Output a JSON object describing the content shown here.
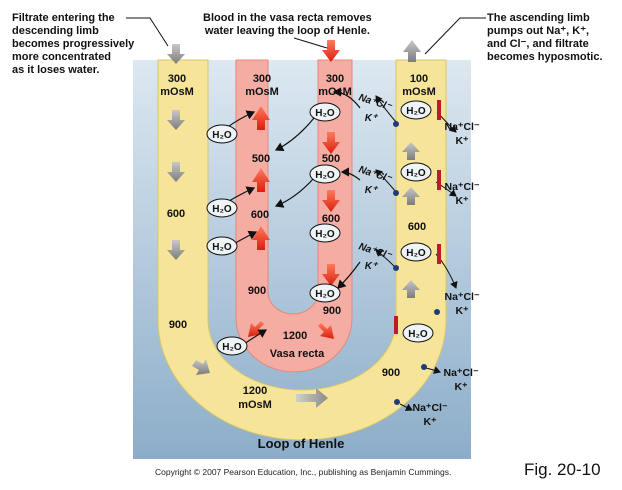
{
  "captions": {
    "filtrate": [
      "Filtrate entering the",
      "descending limb",
      "becomes progressively",
      "more concentrated",
      "as it loses water."
    ],
    "vasa": [
      "Blood in the vasa recta removes",
      "water leaving the loop of Henle."
    ],
    "ascending": [
      "The ascending limb",
      "pumps out Na⁺, K⁺,",
      "and Cl⁻, and filtrate",
      "becomes hyposmotic."
    ]
  },
  "labels": {
    "desc_300": "300",
    "mosm": "mOsM",
    "desc_600": "600",
    "desc_900": "900",
    "bottom_1200": "1200",
    "vr_left_300": "300",
    "vr_left_500": "500",
    "vr_left_600": "600",
    "vr_left_900": "900",
    "vr_1200": "1200",
    "vasa_recta": "Vasa recta",
    "vr_right_300": "300",
    "vr_right_500": "500",
    "vr_right_600": "600",
    "vr_right_900": "900",
    "asc_100": "100",
    "asc_600": "600",
    "asc_900": "900",
    "loop_of_henle": "Loop of Henle",
    "h2o": "H₂O",
    "na_cl": "Na⁺Cl⁻",
    "k": "K⁺"
  },
  "footer": {
    "copyright": "Copyright © 2007 Pearson Education, Inc., publishing as Benjamin Cummings.",
    "fig": "Fig. 20-10"
  },
  "colors": {
    "background_top": "#dbe6f0",
    "background_bottom": "#8fb0cc",
    "tubule": "#f7e79a",
    "vasa_recta": "#f4a9a0",
    "red_arrow": "#e8321e",
    "gray_arrow": "#9a9a9a",
    "pump_blue": "#1e3c78",
    "pump_red": "#c0182c"
  }
}
